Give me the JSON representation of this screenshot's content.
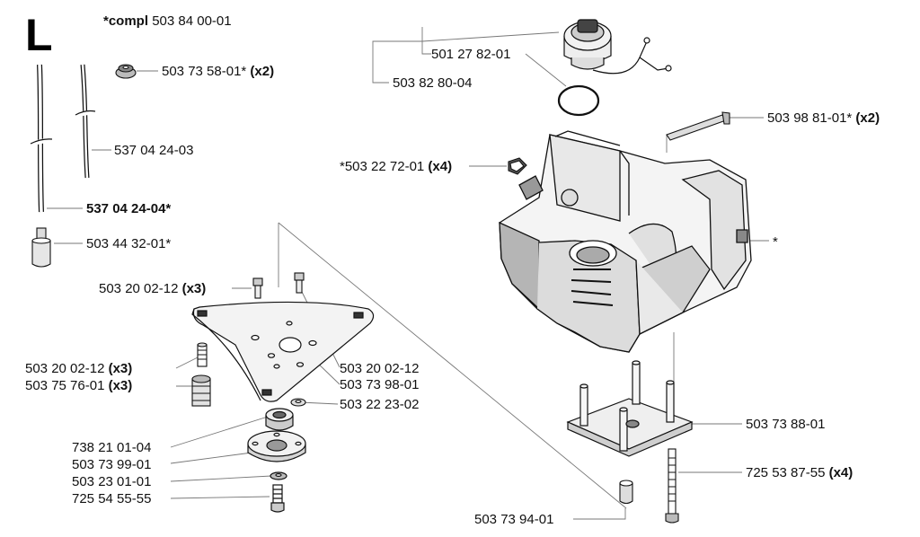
{
  "section_letter": "L",
  "header": {
    "prefix": "*compl",
    "number": "503 84 00-01"
  },
  "labels": {
    "cap_inner": {
      "text": "501 27 82-01",
      "qty": ""
    },
    "cap_outer": {
      "text": "503 82 80-04",
      "qty": ""
    },
    "grommet": {
      "text": "503 73 58-01*",
      "qty": "(x2)"
    },
    "hose_thin": {
      "text": "537 04 24-03",
      "qty": ""
    },
    "hose_thick": {
      "text": "537 04 24-04*",
      "qty": ""
    },
    "filter": {
      "text": "503 44 32-01*",
      "qty": ""
    },
    "bolt_top": {
      "text": "503 98 81-01*",
      "qty": "(x2)"
    },
    "clip": {
      "text": "*503 22 72-01",
      "qty": "(x4)"
    },
    "tank_star": {
      "text": "*",
      "qty": ""
    },
    "screw_plate": {
      "text": "503 20 02-12",
      "qty": "(x3)"
    },
    "screw_left": {
      "text": "503 20 02-12",
      "qty": "(x3)"
    },
    "damper_left": {
      "text": "503 75 76-01",
      "qty": "(x3)"
    },
    "screw_right": {
      "text": "503 20 02-12",
      "qty": ""
    },
    "plate_right": {
      "text": "503 73 98-01",
      "qty": ""
    },
    "washer_right": {
      "text": "503 22 23-02",
      "qty": ""
    },
    "bearing": {
      "text": "738 21 01-04",
      "qty": ""
    },
    "flange": {
      "text": "503 73 99-01",
      "qty": ""
    },
    "washer_small": {
      "text": "503 23 01-01",
      "qty": ""
    },
    "bolt_small": {
      "text": "725 54 55-55",
      "qty": ""
    },
    "base_plate": {
      "text": "503 73 88-01",
      "qty": ""
    },
    "long_bolt": {
      "text": "725 53 87-55",
      "qty": "(x4)"
    },
    "sleeve": {
      "text": "503 73 94-01",
      "qty": ""
    }
  }
}
